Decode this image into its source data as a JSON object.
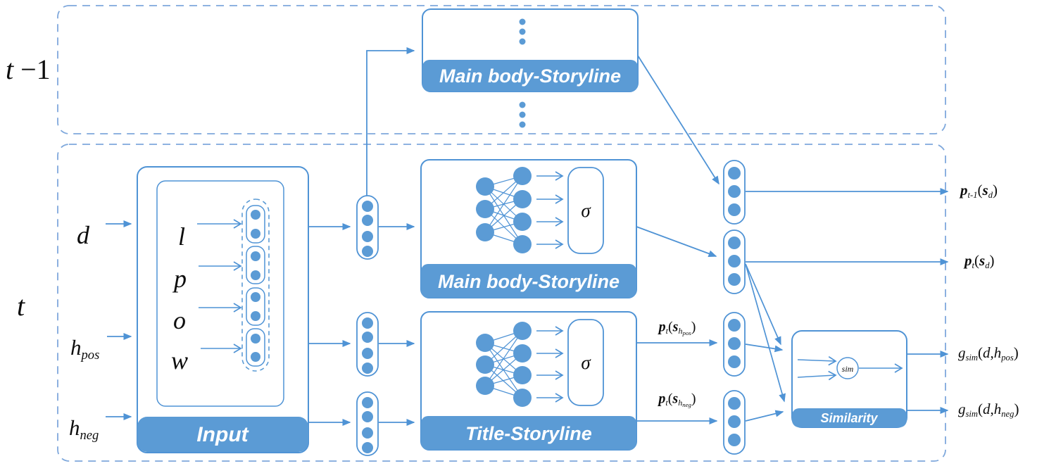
{
  "colors": {
    "accent": "#5B9BD5",
    "stroke": "#4f93d5",
    "panel_dash": "#7fa8dc",
    "bar_text": "#ffffff",
    "math_text": "#0d0d0d"
  },
  "panels": {
    "prev": {
      "label_parts": [
        {
          "t": "t ",
          "s": "i"
        },
        {
          "t": "−1",
          "s": "r"
        }
      ]
    },
    "curr": {
      "label": "t"
    }
  },
  "blocks": {
    "main_body_prev_label": "Main body-Storyline",
    "main_body_label": "Main body-Storyline",
    "title_label": "Title-Storyline",
    "input_label": "Input",
    "similarity_label": "Similarity",
    "sigma_main": "σ",
    "sigma_title": "σ",
    "sim_op": "sim"
  },
  "left_inputs": {
    "d": "d",
    "h_pos_parts": [
      {
        "t": "h",
        "s": "i"
      },
      {
        "t": "pos",
        "s": "sub"
      }
    ],
    "h_neg_parts": [
      {
        "t": "h",
        "s": "i"
      },
      {
        "t": "neg",
        "s": "sub"
      }
    ]
  },
  "features": [
    "l",
    "p",
    "o",
    "w"
  ],
  "outputs": {
    "p_prev_d_parts": [
      {
        "t": "p",
        "s": "bi"
      },
      {
        "t": "t-1",
        "s": "sub"
      },
      {
        "t": "(",
        "s": "r"
      },
      {
        "t": "s",
        "s": "bi"
      },
      {
        "t": "d",
        "s": "sub"
      },
      {
        "t": ")",
        "s": "r"
      }
    ],
    "p_t_d_parts": [
      {
        "t": "p",
        "s": "bi"
      },
      {
        "t": "t",
        "s": "sub"
      },
      {
        "t": "(",
        "s": "r"
      },
      {
        "t": "s",
        "s": "bi"
      },
      {
        "t": "d",
        "s": "sub"
      },
      {
        "t": ")",
        "s": "r"
      }
    ],
    "p_t_hpos_parts": [
      {
        "t": "p",
        "s": "bi"
      },
      {
        "t": "t",
        "s": "sub"
      },
      {
        "t": "(",
        "s": "r"
      },
      {
        "t": "s",
        "s": "bi"
      },
      {
        "t": "h",
        "s": "sub"
      },
      {
        "t": "pos",
        "s": "sub2"
      },
      {
        "t": ")",
        "s": "r"
      }
    ],
    "p_t_hneg_parts": [
      {
        "t": "p",
        "s": "bi"
      },
      {
        "t": "t",
        "s": "sub"
      },
      {
        "t": "(",
        "s": "r"
      },
      {
        "t": "s",
        "s": "bi"
      },
      {
        "t": "h",
        "s": "sub"
      },
      {
        "t": "neg",
        "s": "sub2"
      },
      {
        "t": ")",
        "s": "r"
      }
    ],
    "g_sim_pos_parts": [
      {
        "t": "g",
        "s": "i"
      },
      {
        "t": "sim",
        "s": "sub"
      },
      {
        "t": "(",
        "s": "r"
      },
      {
        "t": "d",
        "s": "i"
      },
      {
        "t": ",",
        "s": "r"
      },
      {
        "t": "h",
        "s": "i"
      },
      {
        "t": "pos",
        "s": "sub"
      },
      {
        "t": ")",
        "s": "r"
      }
    ],
    "g_sim_neg_parts": [
      {
        "t": "g",
        "s": "i"
      },
      {
        "t": "sim",
        "s": "sub"
      },
      {
        "t": "(",
        "s": "r"
      },
      {
        "t": "d",
        "s": "i"
      },
      {
        "t": ",",
        "s": "r"
      },
      {
        "t": "h",
        "s": "i"
      },
      {
        "t": "neg",
        "s": "sub"
      },
      {
        "t": ")",
        "s": "r"
      }
    ]
  }
}
